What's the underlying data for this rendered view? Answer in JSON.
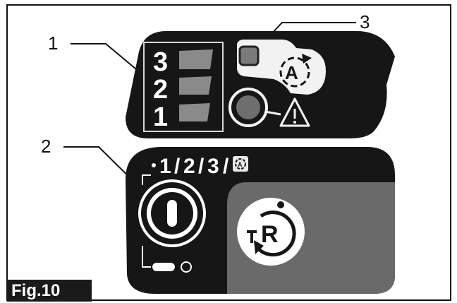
{
  "figure": {
    "label": "Fig.10"
  },
  "callouts": [
    {
      "number": "1"
    },
    {
      "number": "2"
    },
    {
      "number": "3"
    }
  ],
  "upper_panel": {
    "levels": [
      {
        "label": "3"
      },
      {
        "label": "2"
      },
      {
        "label": "1"
      }
    ],
    "auto_icon": "auto-mode-icon",
    "warning_icon": "warning-triangle-icon"
  },
  "lower_panel": {
    "sequence": [
      "1",
      "2",
      "3"
    ],
    "separator": "/",
    "power_icon": "power-button-icon",
    "reverse_icon": "reverse-rotation-icon",
    "colors": {
      "panel": "#161616",
      "reverse_area": "#6a6a6a"
    }
  }
}
